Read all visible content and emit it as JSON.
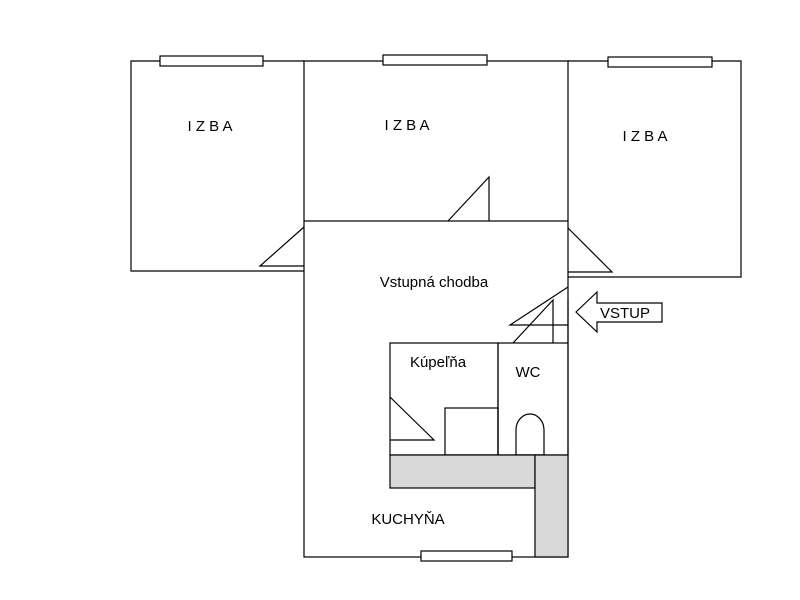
{
  "plan": {
    "rooms": {
      "room_left": "I Z B A",
      "room_middle": "I Z B A",
      "room_right": "I Z B A",
      "hallway": "Vstupná chodba",
      "bathroom": "Kúpeľňa",
      "toilet": "WC",
      "kitchen": "KUCHYŇA"
    },
    "entrance_label": "VSTUP",
    "colors": {
      "walls": "#000000",
      "counter": "#d9d9d9",
      "background": "#ffffff"
    }
  }
}
